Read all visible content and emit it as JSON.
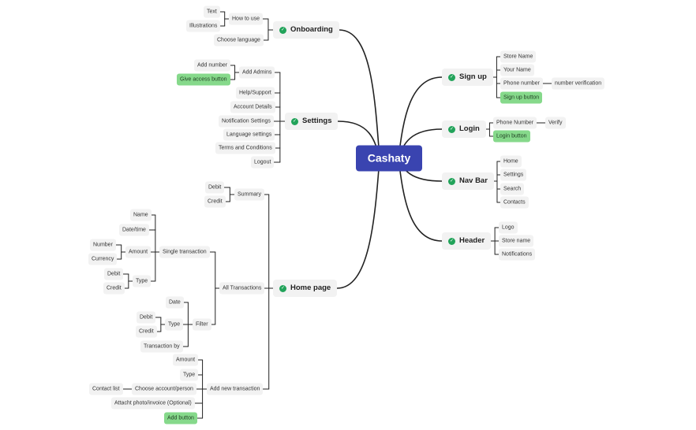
{
  "root": {
    "label": "Cashaty",
    "color": "#3a44b0"
  },
  "accent": {
    "check_color": "#22a35a",
    "highlight_color": "#86d98b"
  },
  "branches": {
    "onboarding": {
      "label": "Onboarding",
      "how_to_use": "How to use",
      "text": "Text",
      "illustrations": "Illustrations",
      "choose_language": "Choose language"
    },
    "settings": {
      "label": "Settings",
      "add_admins": "Add Admins",
      "add_number": "Add number",
      "give_access_button": "Give access button",
      "help_support": "Help/Support",
      "account_details": "Account Details",
      "notification_settings": "Notification Settings",
      "language_settings": "Language settings",
      "terms": "Terms and Conditions",
      "logout": "Logout"
    },
    "home_page": {
      "label": "Home page",
      "summary": "Summary",
      "summary_debit": "Debit",
      "summary_credit": "Credit",
      "all_transactions": "All Transactions",
      "single_transaction": "Single transaction",
      "name": "Name",
      "date_time": "Date/time",
      "amount": "Amount",
      "number": "Number",
      "currency": "Currency",
      "type": "Type",
      "type_debit": "Debit",
      "type_credit": "Credit",
      "filter": "Filter",
      "filter_date": "Date",
      "filter_type": "Type",
      "filter_debit": "Debit",
      "filter_credit": "Credit",
      "transaction_by": "Transaction by",
      "add_new_transaction": "Add new transaction",
      "new_amount": "Amount",
      "new_type": "Type",
      "choose_account": "Choose account/person",
      "contact_list": "Contact list",
      "attach_photo": "Attacht photo/invoice (Optional)",
      "add_button": "Add button"
    },
    "sign_up": {
      "label": "Sign up",
      "store_name": "Store Name",
      "your_name": "Your Name",
      "phone_number": "Phone number",
      "number_verification": "number verification",
      "sign_up_button": "Sign up button"
    },
    "login": {
      "label": "Login",
      "phone_number": "Phone Number",
      "verify": "Verify",
      "login_button": "Login button"
    },
    "nav_bar": {
      "label": "Nav Bar",
      "home": "Home",
      "settings": "Settings",
      "search": "Search",
      "contacts": "Contacts"
    },
    "header": {
      "label": "Header",
      "logo": "Logo",
      "store_name": "Store name",
      "notifications": "Notifications"
    }
  }
}
